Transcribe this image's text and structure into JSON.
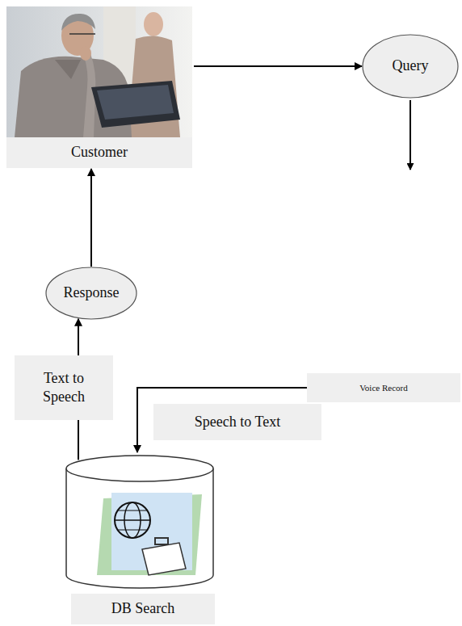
{
  "diagram": {
    "nodes": [
      {
        "text": [
          "Customer"
        ]
      },
      {
        "text": [
          "Query"
        ]
      },
      {
        "text": [
          "Response"
        ]
      },
      {
        "text": [
          "Voice Record"
        ]
      },
      {
        "text": [
          "DB Search"
        ]
      }
    ],
    "edges": [
      {
        "from": 0,
        "to": 1,
        "arrow": "to"
      },
      {
        "from": 2,
        "to": 0,
        "arrow": "to"
      },
      {
        "from": 4,
        "to": 2,
        "label": "Text to Speech",
        "arrow": "to"
      },
      {
        "from": 3,
        "to": 4,
        "label": "Speech to Text",
        "arrow": "to"
      }
    ]
  }
}
